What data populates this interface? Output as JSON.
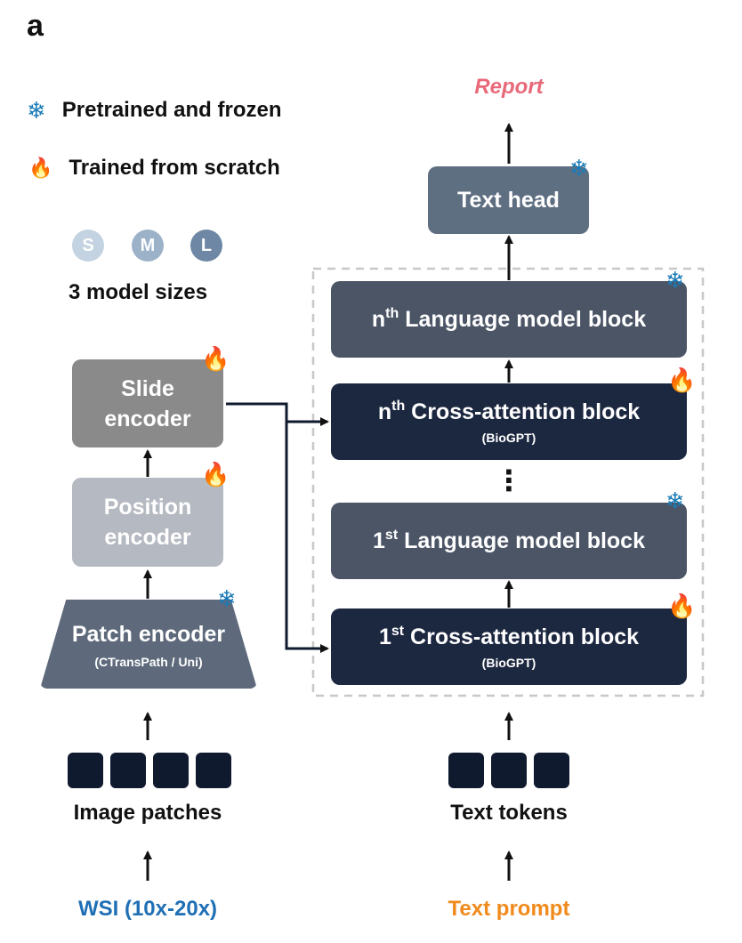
{
  "panel_label": "a",
  "legend": {
    "frozen": {
      "icon": "snowflake-icon",
      "glyph": "❄",
      "label": "Pretrained and frozen",
      "color": "#1a7bb8"
    },
    "trained": {
      "icon": "fire-icon",
      "glyph": "🔥",
      "label": "Trained from scratch",
      "color": "#ff7a00"
    }
  },
  "model_sizes": {
    "items": [
      {
        "label": "S",
        "color": "#c3d3e1"
      },
      {
        "label": "M",
        "color": "#9cb2c8"
      },
      {
        "label": "L",
        "color": "#6d87a4"
      }
    ],
    "caption": "3 model sizes"
  },
  "left": {
    "slide_encoder": {
      "line1": "Slide",
      "line2": "encoder",
      "color": "#8a8a8a"
    },
    "position_encoder": {
      "line1": "Position",
      "line2": "encoder",
      "color": "#b5b9c1"
    },
    "patch_encoder": {
      "title": "Patch encoder",
      "subtitle": "(CTransPath / Uni)",
      "color": "#5e6a7c"
    },
    "input_label": "Image patches",
    "source_label": "WSI (10x-20x)",
    "source_color": "#1f6fb5"
  },
  "right": {
    "output_label": "Report",
    "output_color": "#e86a7a",
    "text_head": {
      "label": "Text head",
      "color": "#5f6f82"
    },
    "lm_block_n": {
      "pre": "n",
      "sup": "th",
      "label": "Language model block",
      "color": "#4b5566"
    },
    "cross_block_n": {
      "pre": "n",
      "sup": "th",
      "label": "Cross-attention block",
      "subtitle": "(BioGPT)",
      "color": "#1c2740"
    },
    "ellipsis": "⋮",
    "lm_block_1": {
      "pre": "1",
      "sup": "st",
      "label": "Language model block",
      "color": "#4b5566"
    },
    "cross_block_1": {
      "pre": "1",
      "sup": "st",
      "label": "Cross-attention block",
      "subtitle": "(BioGPT)",
      "color": "#1c2740"
    },
    "input_label": "Text tokens",
    "source_label": "Text prompt",
    "source_color": "#f08a1c"
  }
}
